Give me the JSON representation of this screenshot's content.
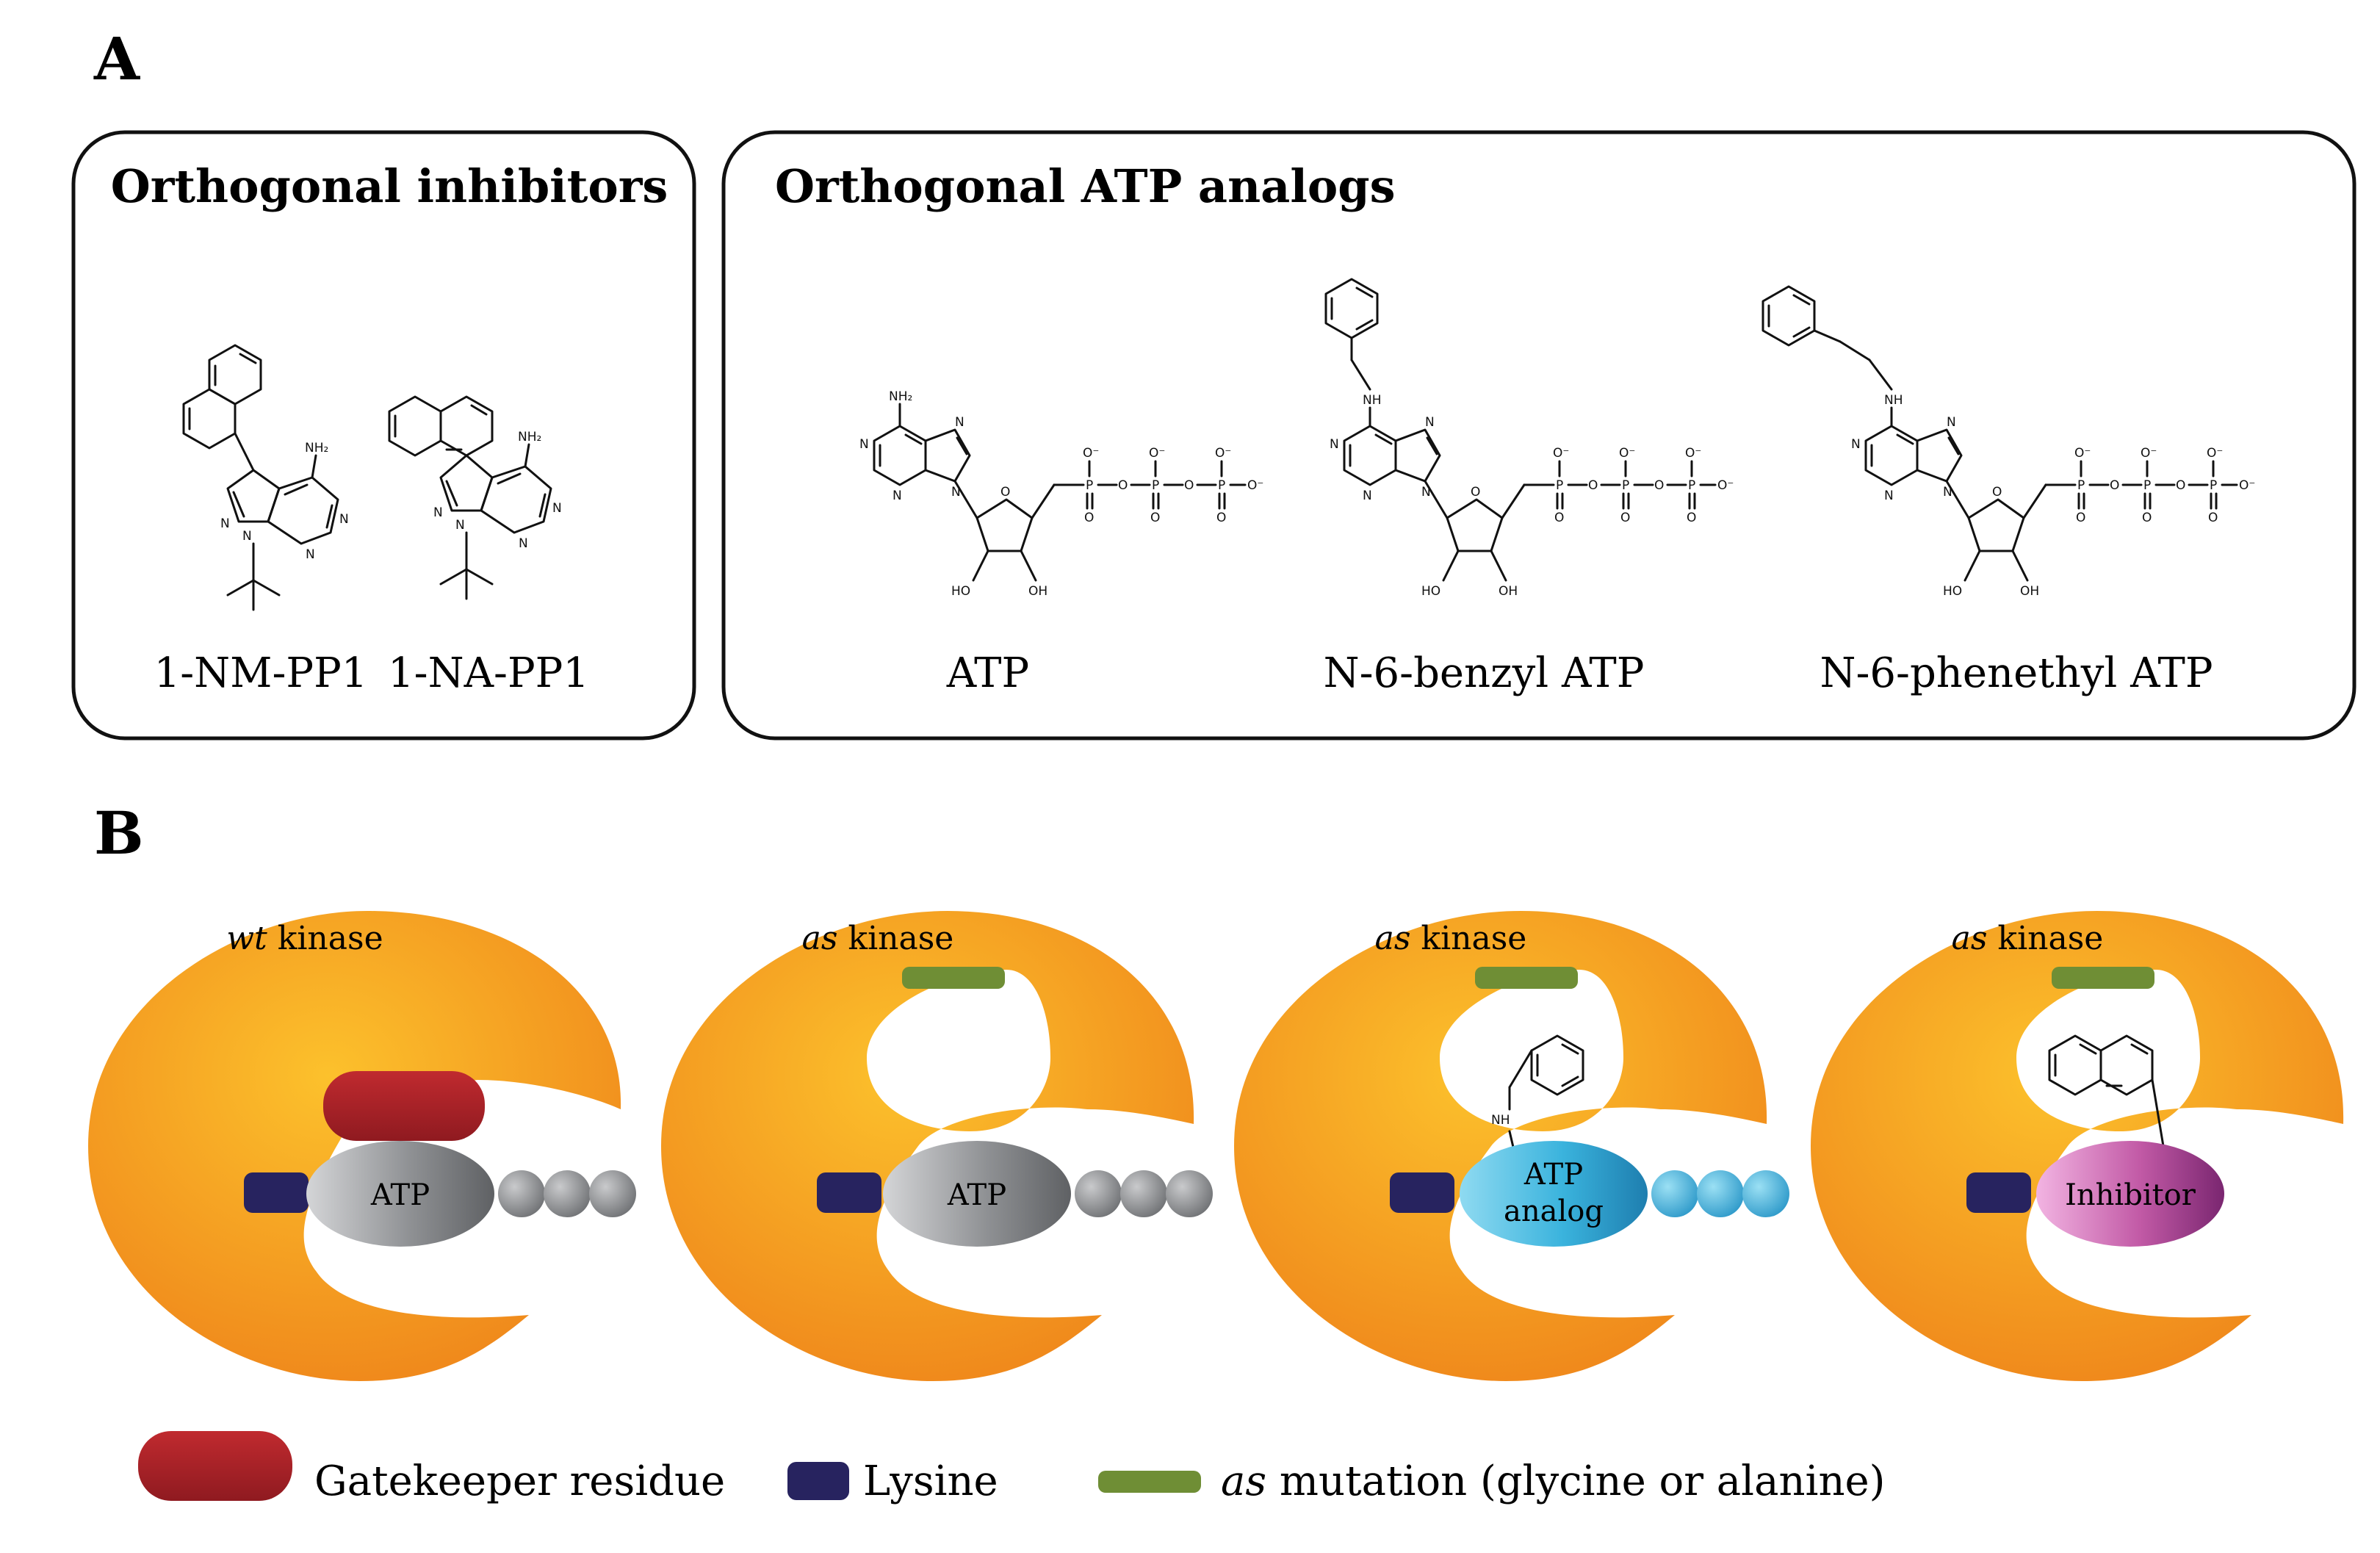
{
  "panels": {
    "a_label": "A",
    "b_label": "B"
  },
  "box_inhibitors": {
    "title": "Orthogonal inhibitors",
    "compounds": [
      "1-NM-PP1",
      "1-NA-PP1"
    ]
  },
  "box_analogs": {
    "title": "Orthogonal ATP analogs",
    "compounds": [
      "ATP",
      "N-6-benzyl ATP",
      "N-6-phenethyl ATP"
    ]
  },
  "atoms": {
    "amine": "NH₂",
    "nh": "NH",
    "n": "N",
    "o": "O",
    "o_minus": "O⁻",
    "p": "P",
    "oh": "OH",
    "ho": "HO"
  },
  "kinases": [
    {
      "prefix": "wt",
      "suffix": " kinase",
      "ligand": "ATP"
    },
    {
      "prefix": "as",
      "suffix": " kinase",
      "ligand": "ATP"
    },
    {
      "prefix": "as",
      "suffix": " kinase",
      "ligand_line1": "ATP",
      "ligand_line2": "analog"
    },
    {
      "prefix": "as",
      "suffix": " kinase",
      "ligand": "Inhibitor"
    }
  ],
  "legend": {
    "gatekeeper": "Gatekeeper residue",
    "lysine": "Lysine",
    "mutation_prefix": "as",
    "mutation_suffix": " mutation (glycine or alanine)"
  },
  "colors": {
    "kinase_orange": "#f39a1d",
    "kinase_light": "#fcbf2a",
    "gatekeeper_red": "#a51d24",
    "lysine_navy": "#27235f",
    "mutation_green": "#6f8e35",
    "atp_gray": "#8e9093",
    "analog_blue": "#3fb4dc",
    "inhibitor_pink": "#c45fa8"
  }
}
